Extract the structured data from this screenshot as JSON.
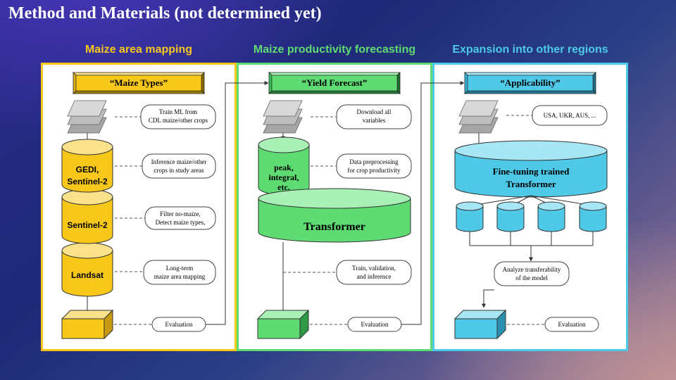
{
  "slide": {
    "title": "Method and Materials (not determined yet)"
  },
  "sections": [
    {
      "title": "Maize area mapping",
      "color": "#f7c71a",
      "header_label": "“Maize Types”",
      "annotations": {
        "train": [
          "Train ML from",
          "CDL maize/other crops"
        ],
        "inference": [
          "Inference maize/other",
          "crops in study areas"
        ],
        "filter": [
          "Filter no-maize,",
          "Detect maize types,"
        ],
        "longterm": [
          "Long-term",
          "maize area mapping"
        ],
        "evaluation": "Evaluation"
      },
      "cylinders": [
        [
          "GEDI,",
          "Sentinel-2"
        ],
        [
          "Sentinel-2"
        ],
        [
          "Landsat"
        ]
      ]
    },
    {
      "title": "Maize productivity forecasting",
      "color": "#5edb72",
      "header_label": "“Yield Forecast”",
      "annotations": {
        "download": [
          "Download all",
          "variables"
        ],
        "preprocess": [
          "Data preprocessing",
          "for crop productivity"
        ],
        "train": [
          "Train, validation,",
          "and inference"
        ],
        "evaluation": "Evaluation"
      },
      "cylinders": [
        [
          "peak,",
          "integral,",
          "etc."
        ],
        [
          "Transformer"
        ]
      ]
    },
    {
      "title": "Expansion into other regions",
      "color": "#4ec9e8",
      "header_label": "“Applicability”",
      "annotations": {
        "regions": "USA, UKR, AUS, ...",
        "analyze": [
          "Analyze transferability",
          "of the model"
        ],
        "evaluation": "Evaluation"
      },
      "cylinders": [
        [
          "Fine-tuning trained",
          "Transformer"
        ]
      ]
    }
  ],
  "colors": {
    "yellow": "#f7c71a",
    "yellow_dark": "#c79a0f",
    "green": "#5edb72",
    "green_dark": "#2e9a45",
    "blue": "#4ec9e8",
    "blue_dark": "#2b8fb0"
  }
}
